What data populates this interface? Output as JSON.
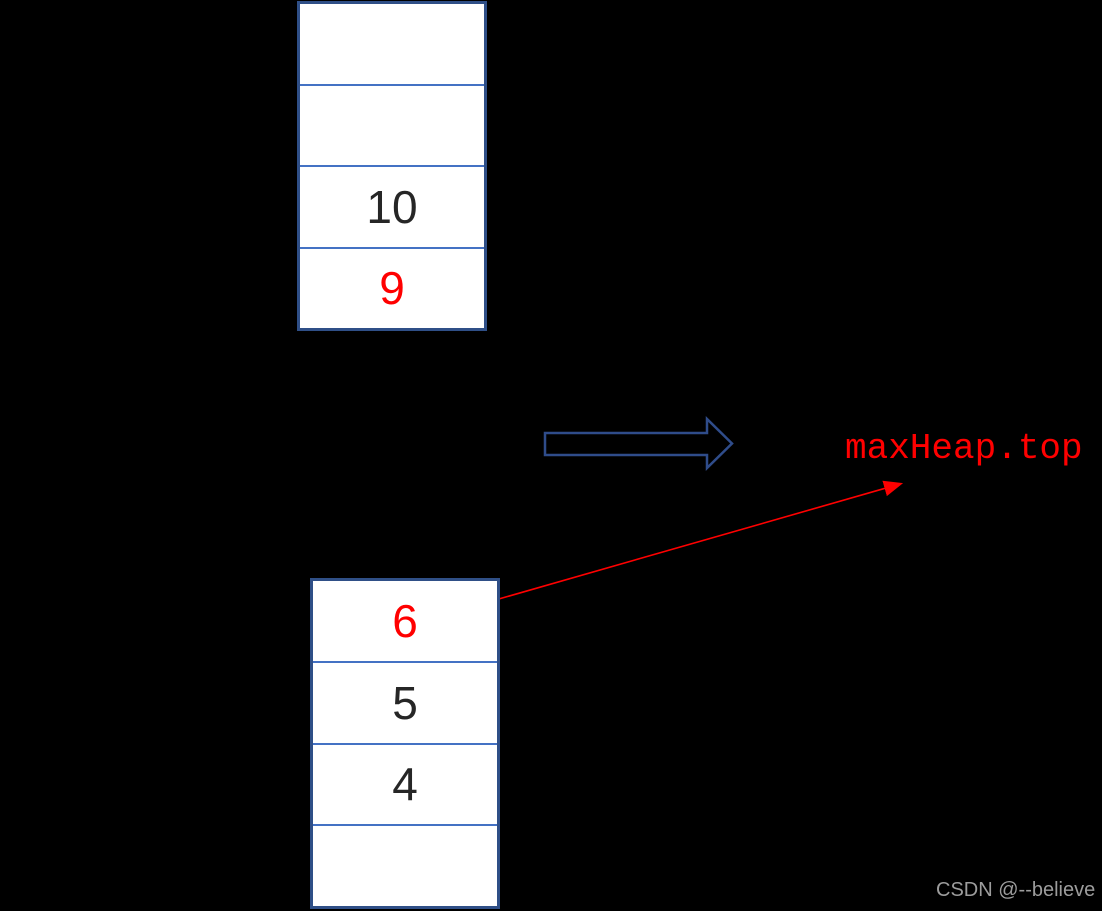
{
  "colors": {
    "background": "#000000",
    "cell_fill": "#ffffff",
    "stack_border": "#2f4f87",
    "cell_divider": "#4472c4",
    "arrow_outline": "#2f4c8a",
    "highlight_red": "#ff0000",
    "number_text": "#262626",
    "watermark_text": "#9c9c9c"
  },
  "top_stack": {
    "cells": [
      {
        "value": "",
        "highlighted": false
      },
      {
        "value": "",
        "highlighted": false
      },
      {
        "value": "10",
        "highlighted": false
      },
      {
        "value": "9",
        "highlighted": true
      }
    ]
  },
  "bottom_stack": {
    "cells": [
      {
        "value": "6",
        "highlighted": true
      },
      {
        "value": "5",
        "highlighted": false
      },
      {
        "value": "4",
        "highlighted": false
      },
      {
        "value": "",
        "highlighted": false
      }
    ]
  },
  "annotation": {
    "label": "maxHeap.top"
  },
  "watermark": {
    "text": "CSDN @--believe"
  }
}
